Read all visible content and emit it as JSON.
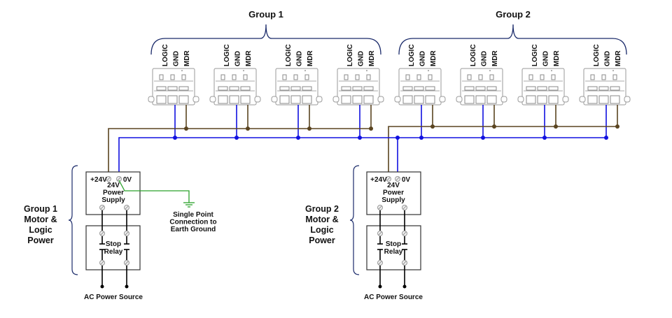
{
  "groups": [
    {
      "title": "Group 1",
      "side_label": [
        "Group 1",
        "Motor &",
        "Logic",
        "Power"
      ]
    },
    {
      "title": "Group 2",
      "side_label": [
        "Group 2",
        "Motor &",
        "Logic",
        "Power"
      ]
    }
  ],
  "connector_pins": [
    "LOGIC",
    "GND",
    "MDR"
  ],
  "power_supply": {
    "positive": "+24V",
    "negative": "0V",
    "title": [
      "24V",
      "Power",
      "Supply"
    ]
  },
  "relay": {
    "title": [
      "Stop",
      "Relay"
    ]
  },
  "ac_source": "AC Power Source",
  "ground_label": [
    "Single Point",
    "Connection to",
    "Earth Ground"
  ],
  "colors": {
    "logic_24v": "#5a4420",
    "ground_0v": "#1010e0",
    "earth": "#2aa02a",
    "ac": "#000000"
  }
}
